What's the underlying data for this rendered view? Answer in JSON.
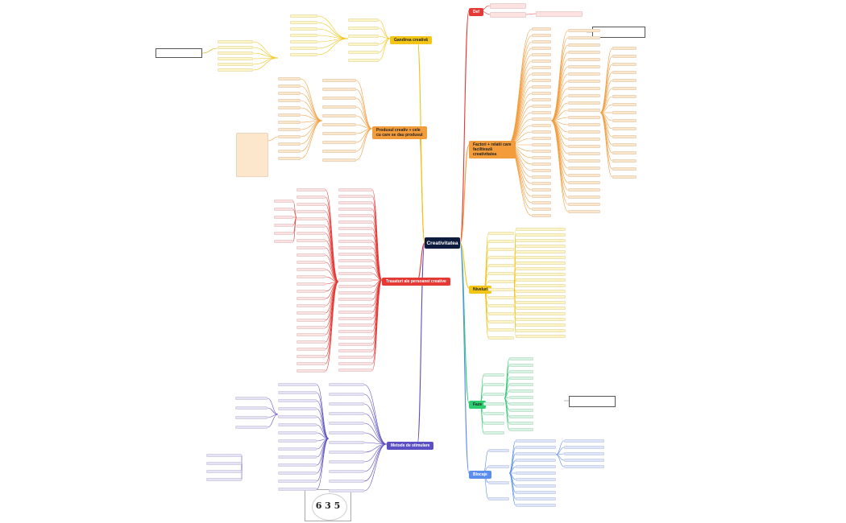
{
  "center": {
    "label": "Creativitatea"
  },
  "colors": {
    "red": "#e53935",
    "orange": "#f39c3c",
    "yellow": "#f2c516",
    "green": "#2ecc71",
    "blue": "#5b8def",
    "purple": "#5c4fc4",
    "redfill": "#fde2e2",
    "orangefill": "#fde7cc",
    "yellowfill": "#fff6c8",
    "greenfill": "#d8f5e4",
    "bluefill": "#dfe7fb",
    "purplefill": "#e6e3f7"
  },
  "branches": {
    "def": {
      "label": "Def"
    },
    "factori": {
      "label": "Factori + relatii care facilitează creativitatea"
    },
    "niveluri": {
      "label": "Niveluri"
    },
    "faze": {
      "label": "Faze"
    },
    "blocaje": {
      "label": "Blocaje"
    },
    "metode": {
      "label": "Metode de stimulare"
    },
    "trasaturi": {
      "label": "Trasaturi ale persoanei creative"
    },
    "produs": {
      "label": "Produsul creativ + cele cu care se dau produsul"
    },
    "gandirea": {
      "label": "Gandirea creativă"
    }
  },
  "task": {
    "digits": "6 3 5"
  }
}
